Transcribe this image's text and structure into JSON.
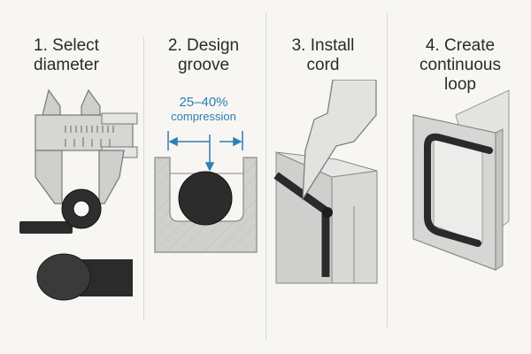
{
  "steps": [
    {
      "number": "1.",
      "title_line1": "1. Select",
      "title_line2": "diameter"
    },
    {
      "number": "2.",
      "title_line1": "2. Design",
      "title_line2": "groove",
      "annotation_line1": "25–40%",
      "annotation_line2": "compression"
    },
    {
      "number": "3.",
      "title_line1": "3. Install",
      "title_line2": "cord"
    },
    {
      "number": "4.",
      "title_line1": "4. Create",
      "title_line2": "continuous",
      "title_line3": "loop"
    }
  ],
  "colors": {
    "background": "#f7f6f2",
    "accent": "#2e7fb2",
    "cord": "#2b2b2b",
    "metal": "#cfcfcd"
  }
}
